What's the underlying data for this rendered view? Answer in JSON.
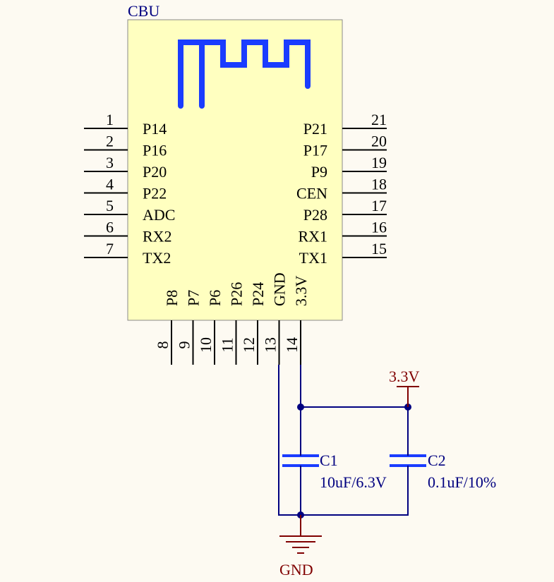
{
  "component": {
    "designator": "CBU",
    "body_color": "#ffffc0",
    "antenna_color": "#1a3cff",
    "left_pins": [
      {
        "num": "1",
        "name": "P14"
      },
      {
        "num": "2",
        "name": "P16"
      },
      {
        "num": "3",
        "name": "P20"
      },
      {
        "num": "4",
        "name": "P22"
      },
      {
        "num": "5",
        "name": "ADC"
      },
      {
        "num": "6",
        "name": "RX2"
      },
      {
        "num": "7",
        "name": "TX2"
      }
    ],
    "right_pins": [
      {
        "num": "21",
        "name": "P21"
      },
      {
        "num": "20",
        "name": "P17"
      },
      {
        "num": "19",
        "name": "P9"
      },
      {
        "num": "18",
        "name": "CEN"
      },
      {
        "num": "17",
        "name": "P28"
      },
      {
        "num": "16",
        "name": "RX1"
      },
      {
        "num": "15",
        "name": "TX1"
      }
    ],
    "bottom_pins": [
      {
        "num": "8",
        "name": "P8"
      },
      {
        "num": "9",
        "name": "P7"
      },
      {
        "num": "10",
        "name": "P6"
      },
      {
        "num": "11",
        "name": "P26"
      },
      {
        "num": "12",
        "name": "P24"
      },
      {
        "num": "13",
        "name": "GND"
      },
      {
        "num": "14",
        "name": "3.3V"
      }
    ]
  },
  "capacitors": [
    {
      "ref": "C1",
      "value": "10uF/6.3V"
    },
    {
      "ref": "C2",
      "value": "0.1uF/10%"
    }
  ],
  "power": {
    "vcc_label": "3.3V",
    "gnd_label": "GND",
    "wire_color": "#000080",
    "power_color": "#800000"
  }
}
